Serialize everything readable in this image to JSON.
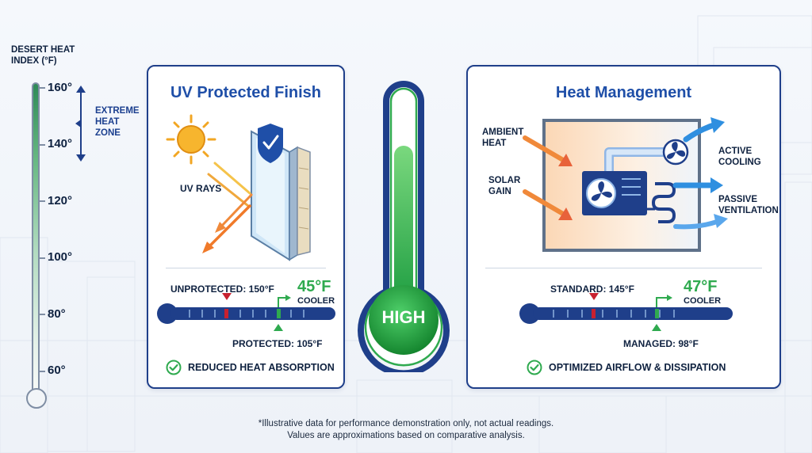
{
  "scale": {
    "title_line1": "DESERT HEAT",
    "title_line2": "INDEX (°F)",
    "labels": [
      "160°",
      "140°",
      "120°",
      "100°",
      "80°",
      "60°"
    ],
    "zone_line1": "EXTREME",
    "zone_line2": "HEAT",
    "zone_line3": "ZONE"
  },
  "uv_panel": {
    "title": "UV Protected Finish",
    "uv_rays_label": "UV RAYS",
    "unprotected_label": "UNPROTECTED: 150°F",
    "cooler_value": "45°F",
    "cooler_label": "COOLER",
    "protected_label": "PROTECTED: 105°F",
    "footer": "REDUCED HEAT ABSORPTION"
  },
  "center": {
    "label": "HIGH"
  },
  "heat_panel": {
    "title": "Heat Management",
    "ambient_line1": "AMBIENT",
    "ambient_line2": "HEAT",
    "solar_line1": "SOLAR",
    "solar_line2": "GAIN",
    "active_line1": "ACTIVE",
    "active_line2": "COOLING",
    "passive_line1": "PASSIVE",
    "passive_line2": "VENTILATION",
    "standard_label": "STANDARD: 145°F",
    "cooler_value": "47°F",
    "cooler_label": "COOLER",
    "managed_label": "MANAGED: 98°F",
    "footer": "OPTIMIZED AIRFLOW & DISSIPATION"
  },
  "footnote": {
    "line1": "*Illustrative data for performance demonstration only, not actual readings.",
    "line2": "Values are approximations based on comparative analysis."
  },
  "colors": {
    "navy": "#1f3f8a",
    "title_blue": "#1f4fa8",
    "green": "#2faa4f",
    "red_marker": "#c8212f",
    "orange_arrow": "#f0893a",
    "sky_arrow": "#2f8fe0"
  }
}
